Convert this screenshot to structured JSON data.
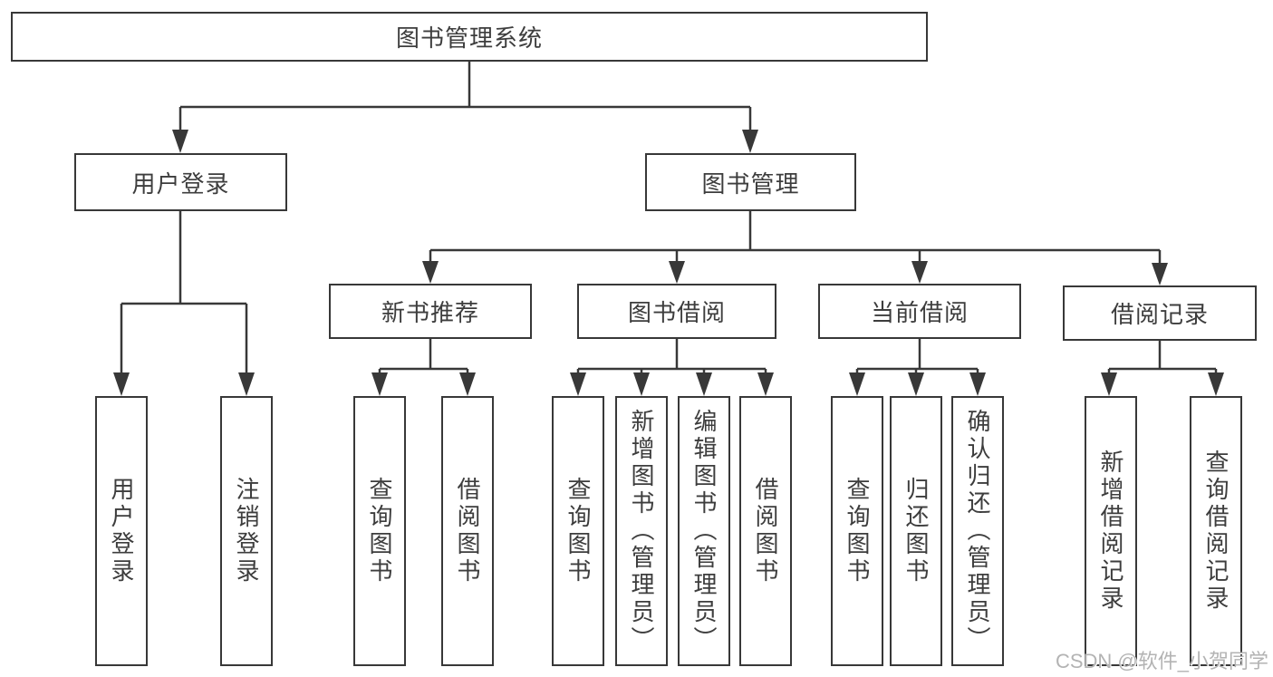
{
  "diagram": {
    "root": {
      "label": "图书管理系统"
    },
    "branches": [
      {
        "label": "用户登录",
        "children": [
          {
            "label": "用户登录"
          },
          {
            "label": "注销登录"
          }
        ]
      },
      {
        "label": "图书管理",
        "children": [
          {
            "label": "新书推荐",
            "children": [
              {
                "label": "查询图书"
              },
              {
                "label": "借阅图书"
              }
            ]
          },
          {
            "label": "图书借阅",
            "children": [
              {
                "label": "查询图书"
              },
              {
                "label": "新增图书（管理员）"
              },
              {
                "label": "编辑图书（管理员）"
              },
              {
                "label": "借阅图书"
              }
            ]
          },
          {
            "label": "当前借阅",
            "children": [
              {
                "label": "查询图书"
              },
              {
                "label": "归还图书"
              },
              {
                "label": "确认归还（管理员）"
              }
            ]
          },
          {
            "label": "借阅记录",
            "children": [
              {
                "label": "新增借阅记录"
              },
              {
                "label": "查询借阅记录"
              }
            ]
          }
        ]
      }
    ]
  },
  "watermark": {
    "text": "CSDN @软件_小贺同学"
  },
  "colors": {
    "background": "#ffffff",
    "line": "#383838",
    "box_border": "#383838",
    "text": "#3d3d3d",
    "watermark": "#b3b3b3"
  }
}
